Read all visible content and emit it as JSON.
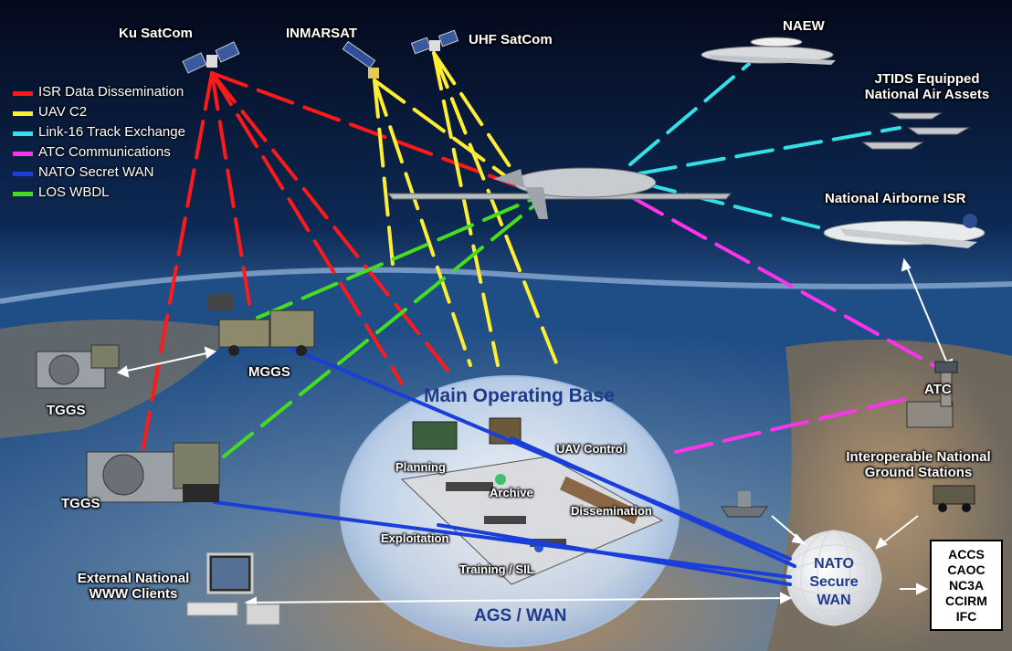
{
  "legend": [
    {
      "label": "ISR Data Dissemination",
      "color": "#ff1a1a"
    },
    {
      "label": "UAV C2",
      "color": "#ffee33"
    },
    {
      "label": "Link-16 Track Exchange",
      "color": "#33e0e6"
    },
    {
      "label": "ATC Communications",
      "color": "#ff33ee"
    },
    {
      "label": "NATO Secret WAN",
      "color": "#1a3fd9"
    },
    {
      "label": "LOS WBDL",
      "color": "#44dd22"
    }
  ],
  "labels": {
    "ku_satcom": "Ku SatCom",
    "inmarsat": "INMARSAT",
    "uhf_satcom": "UHF SatCom",
    "naew": "NAEW",
    "jtids_line1": "JTIDS Equipped",
    "jtids_line2": "National Air Assets",
    "national_airborne_isr": "National Airborne ISR",
    "atc": "ATC",
    "interop_line1": "Interoperable National",
    "interop_line2": "Ground Stations",
    "mggs": "MGGS",
    "tggs_upper": "TGGS",
    "tggs_lower": "TGGS",
    "external_line1": "External National",
    "external_line2": "WWW Clients",
    "main_operating_base": "Main Operating Base",
    "planning": "Planning",
    "archive": "Archive",
    "uav_control": "UAV Control",
    "dissemination": "Dissemination",
    "exploitation": "Exploitation",
    "training_sil": "Training / SIL",
    "ags_wan": "AGS / WAN",
    "nato_line1": "NATO",
    "nato_line2": "Secure",
    "nato_line3": "WAN"
  },
  "agencies": [
    "ACCS",
    "CAOC",
    "NC3A",
    "CCIRM",
    "IFC"
  ]
}
